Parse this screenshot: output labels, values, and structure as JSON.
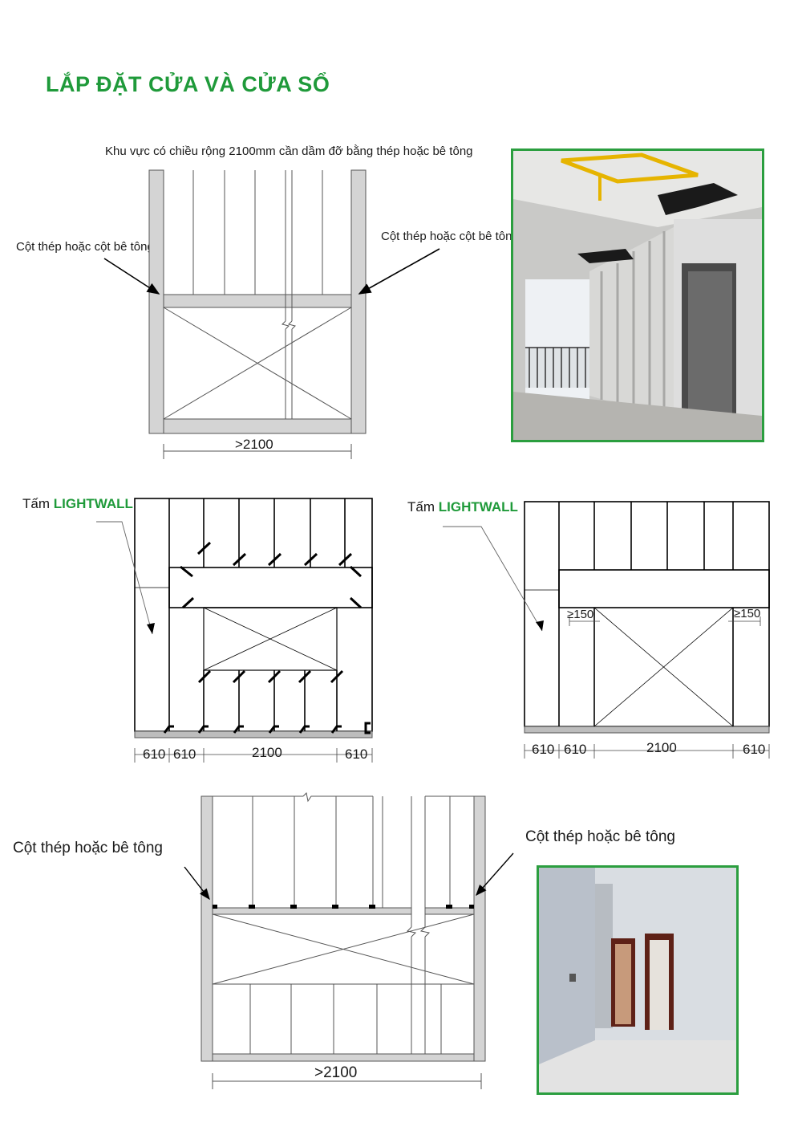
{
  "page": {
    "title": "LẮP ĐẶT CỬA VÀ CỬA SỔ"
  },
  "diagram1": {
    "caption": "Khu vực có chiều rộng 2100mm cần dầm đỡ bằng thép hoặc bê tông",
    "left_label": "Cột thép hoặc cột bê tông",
    "right_label": "Cột thép hoặc cột bê tông",
    "dimension": ">2100"
  },
  "diagram2": {
    "label_prefix": "Tấm ",
    "label_brand": "LIGHTWALL",
    "dims": [
      "610",
      "610",
      "2100",
      "610"
    ]
  },
  "diagram3": {
    "label_prefix": "Tấm ",
    "label_brand": "LIGHTWALL",
    "clearance_left": "≥150",
    "clearance_right": "≥150",
    "dims": [
      "610",
      "610",
      "2100",
      "610"
    ]
  },
  "diagram4": {
    "left_label": "Cột thép hoặc bê tông",
    "right_label": "Cột thép hoặc bê tông",
    "dimension": ">2100"
  },
  "colors": {
    "brand_green": "#1f9a3a",
    "photo_border": "#2b9e3f",
    "column_fill": "#d4d4d4"
  }
}
